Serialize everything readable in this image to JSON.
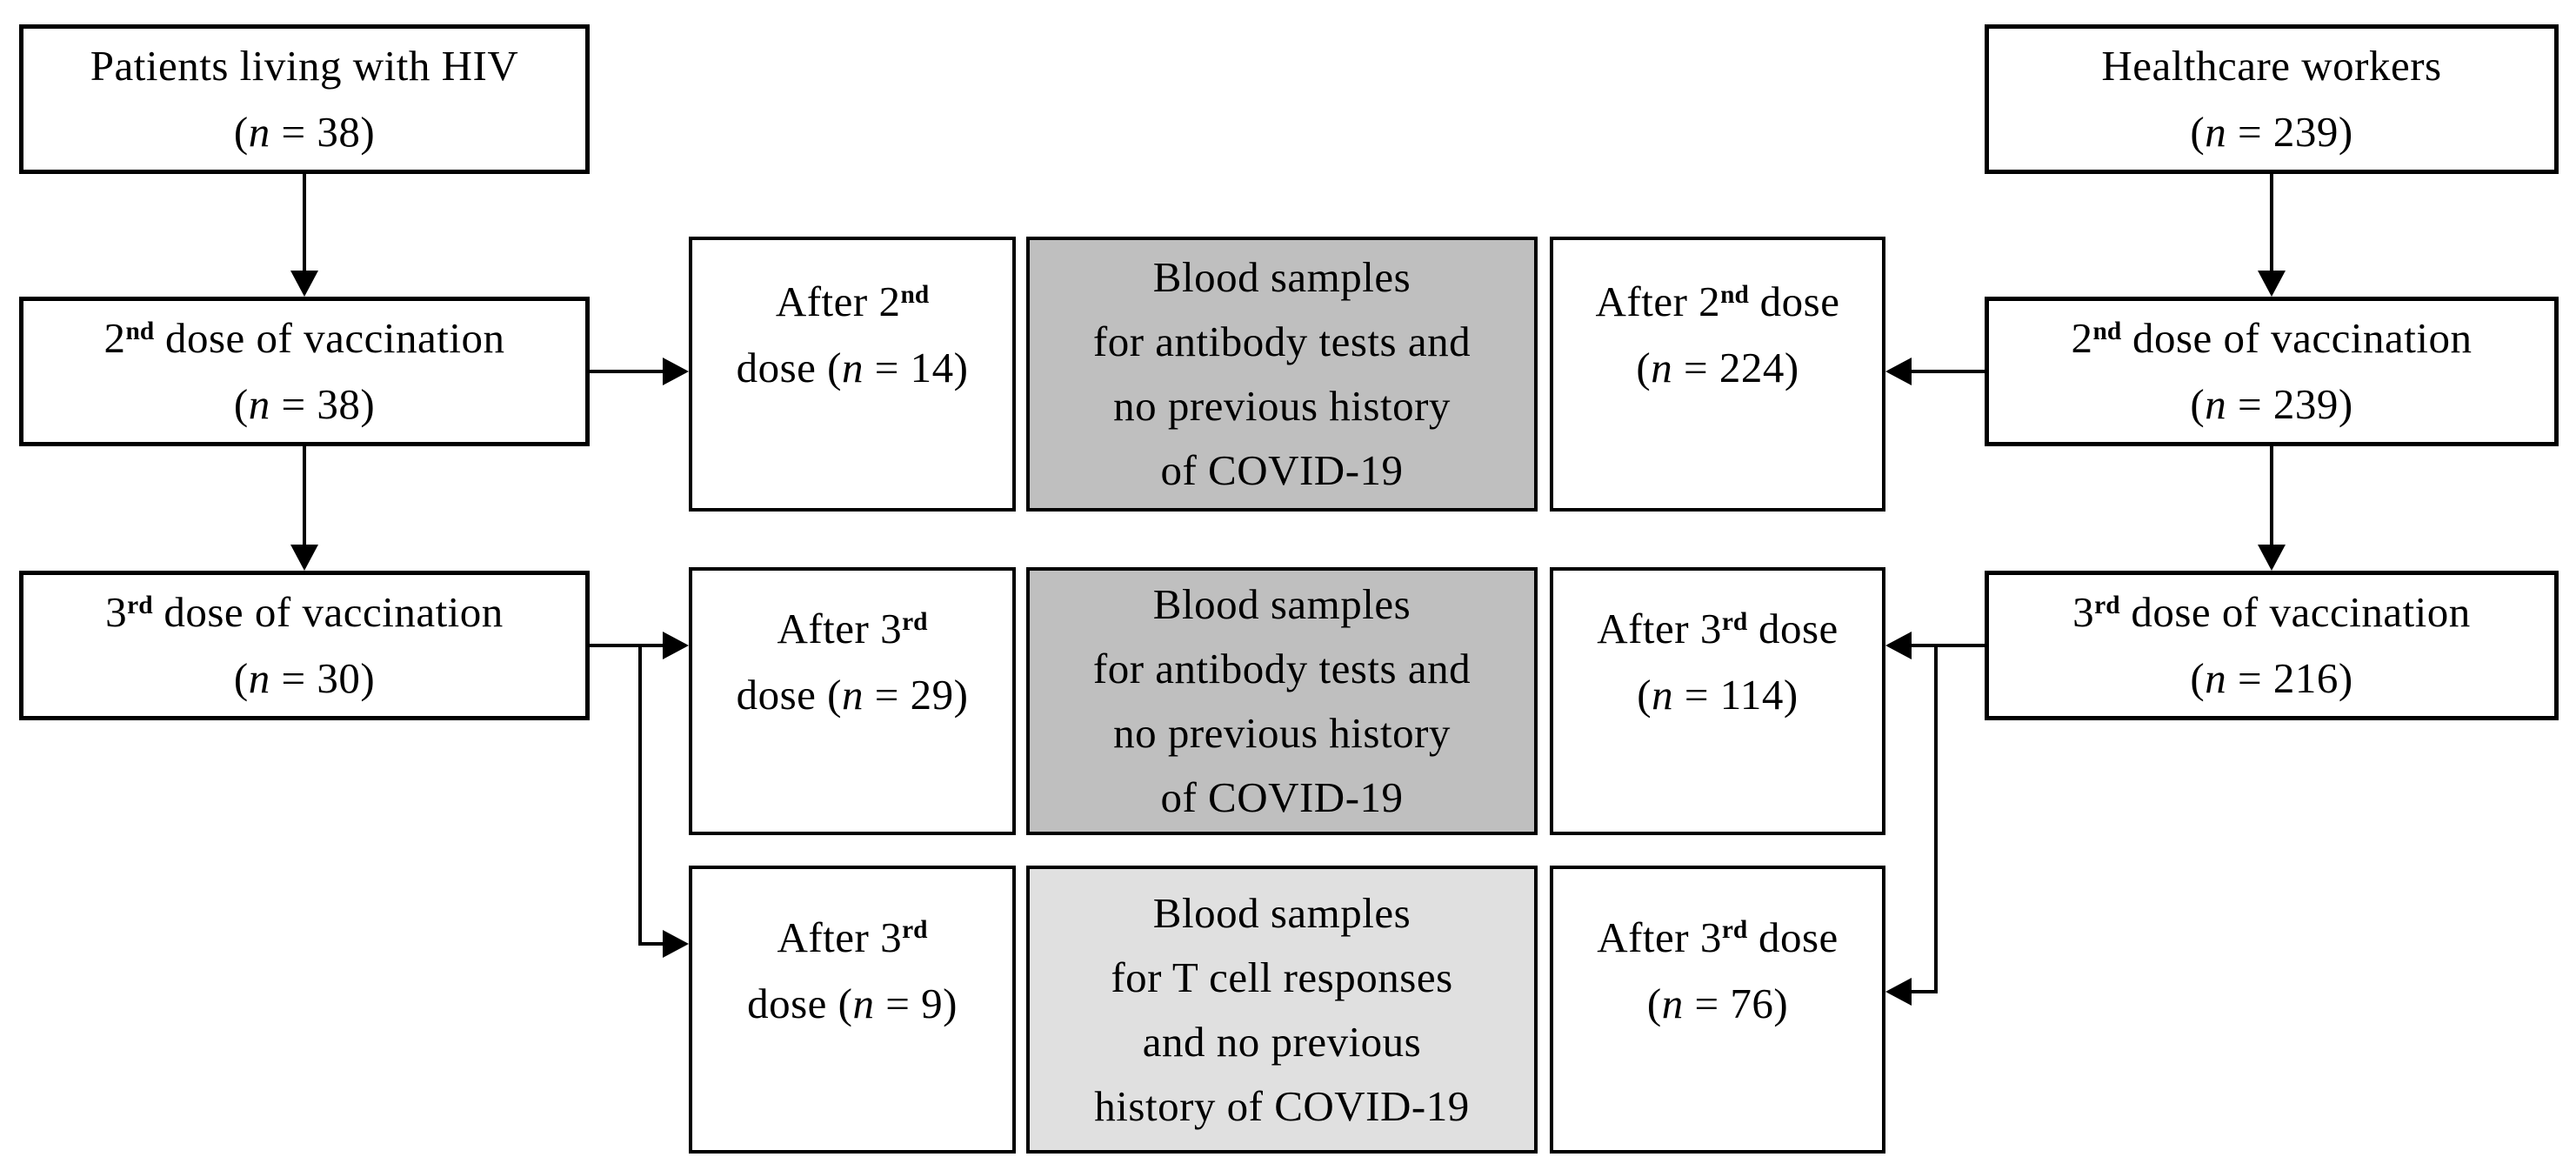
{
  "colors": {
    "background": "#ffffff",
    "box_border": "#000000",
    "antibody_box_fill": "#bfbfbf",
    "tcell_box_fill": "#e0e0e0",
    "arrow_color": "#000000"
  },
  "flowchart": {
    "hiv": {
      "cohort": {
        "title": "Patients living with HIV",
        "n_open": "(",
        "n_var": "n",
        "n_rest": " = 38)"
      },
      "dose2": {
        "ord": "2",
        "ord_sup": "nd",
        "title_rest": " dose of vaccination",
        "n_open": "(",
        "n_var": "n",
        "n_rest": " = 38)"
      },
      "dose3": {
        "ord": "3",
        "ord_sup": "rd",
        "title_rest": " dose of vaccination",
        "n_open": "(",
        "n_var": "n",
        "n_rest": " = 30)"
      },
      "after_dose2": {
        "l1_pre": "After 2",
        "l1_sup": "nd",
        "l2_pre": "dose (",
        "n_var": "n",
        "l2_rest": " = 14)"
      },
      "after_dose3_antibody": {
        "l1_pre": "After 3",
        "l1_sup": "rd",
        "l2_pre": "dose (",
        "n_var": "n",
        "l2_rest": " = 29)"
      },
      "after_dose3_tcell": {
        "l1_pre": "After 3",
        "l1_sup": "rd",
        "l2_pre": "dose (",
        "n_var": "n",
        "l2_rest": " = 9)"
      }
    },
    "samples": {
      "antibody_row1": {
        "lines": [
          "Blood samples",
          "for antibody tests and",
          "no previous history",
          "of COVID-19"
        ]
      },
      "antibody_row2": {
        "lines": [
          "Blood samples",
          "for antibody tests and",
          "no previous history",
          "of COVID-19"
        ]
      },
      "tcell_row": {
        "lines": [
          "Blood samples",
          "for T cell responses",
          "and no previous",
          "history of COVID-19"
        ]
      }
    },
    "hcw": {
      "cohort": {
        "title": "Healthcare workers",
        "n_open": "(",
        "n_var": "n",
        "n_rest": " = 239)"
      },
      "dose2": {
        "ord": "2",
        "ord_sup": "nd",
        "title_rest": " dose of vaccination",
        "n_open": "(",
        "n_var": "n",
        "n_rest": " = 239)"
      },
      "dose3": {
        "ord": "3",
        "ord_sup": "rd",
        "title_rest": " dose of vaccination",
        "n_open": "(",
        "n_var": "n",
        "n_rest": " = 216)"
      },
      "after_dose2": {
        "l1_pre": "After 2",
        "l1_sup": "nd",
        "l1_post": " dose",
        "l2_pre": "(",
        "n_var": "n",
        "l2_rest": " = 224)"
      },
      "after_dose3_antibody": {
        "l1_pre": "After 3",
        "l1_sup": "rd",
        "l1_post": " dose",
        "l2_pre": "(",
        "n_var": "n",
        "l2_rest": " = 114)"
      },
      "after_dose3_tcell": {
        "l1_pre": "After 3",
        "l1_sup": "rd",
        "l1_post": " dose",
        "l2_pre": "(",
        "n_var": "n",
        "l2_rest": " = 76)"
      }
    }
  }
}
